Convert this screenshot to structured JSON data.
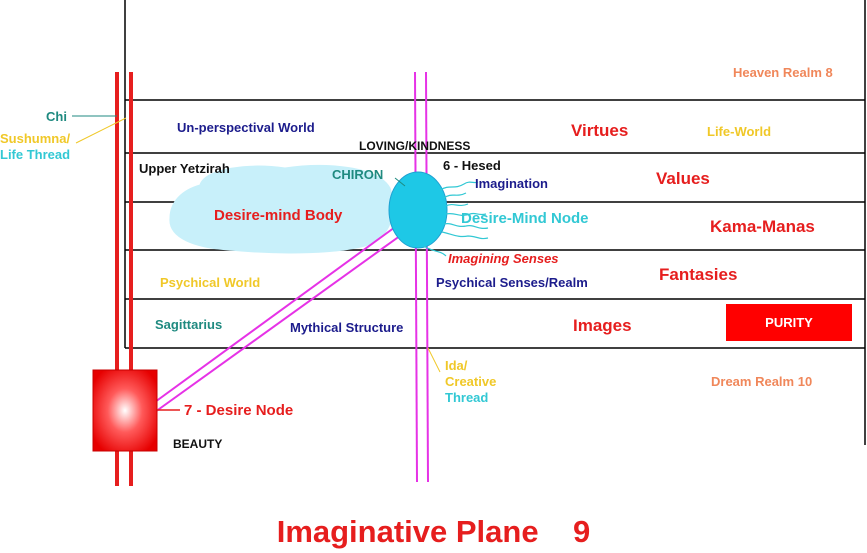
{
  "title": "Imaginative Plane    9",
  "labels": {
    "heaven_realm": "Heaven Realm   8",
    "dream_realm": "Dream Realm   10",
    "chi": "Chi",
    "sushumna_line1": "Sushumna/",
    "sushumna_line2": "Life Thread",
    "unperspectival_world": "Un-perspectival World",
    "loving_kindness": "LOVING/KINDNESS",
    "virtues": "Virtues",
    "life_world": "Life-World",
    "upper_yetzirah": "Upper Yetzirah",
    "chiron": "CHIRON",
    "hesed": "6 - Hesed",
    "imagination": "Imagination",
    "values": "Values",
    "desire_mind_body": "Desire-mind Body",
    "desire_mind_node": "Desire-Mind Node",
    "kama_manas": "Kama-Manas",
    "imagining_senses": "Imagining Senses",
    "fantasies": "Fantasies",
    "psychical_world": "Psychical World",
    "psychical_senses": "Psychical Senses/Realm",
    "sagittarius": "Sagittarius",
    "mythical_structure": "Mythical Structure",
    "images": "Images",
    "purity": "PURITY",
    "ida_line1": "Ida/",
    "ida_line2": "Creative",
    "ida_line3": "Thread",
    "desire_node": "7 - Desire Node",
    "beauty": "BEAUTY"
  },
  "colors": {
    "red": "#e61e1e",
    "navy": "#1c1c8c",
    "teal": "#1f8a80",
    "cyan": "#32c8d4",
    "orange": "#f0875a",
    "yellow": "#f0c828",
    "magenta": "#e632e6",
    "light_blue": "#c8f0fa"
  }
}
